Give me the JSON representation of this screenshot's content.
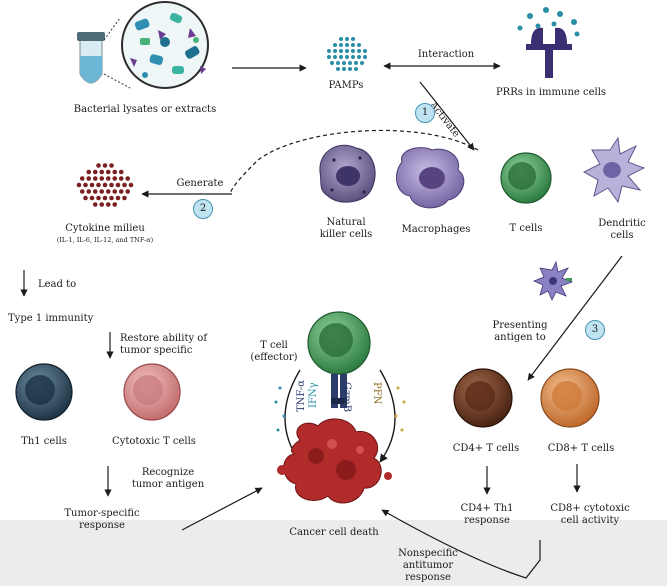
{
  "labels": {
    "bacterial": "Bacterial lysates or extracts",
    "pamps": "PAMPs",
    "interaction": "Interaction",
    "prrs": "PRRs in immune cells",
    "activate": "Activate",
    "generate": "Generate",
    "cytokine_title": "Cytokine milieu",
    "cytokine_list": "(IL-1, IL-6, IL-12, and TNF-α)",
    "nk_line1": "Natural",
    "nk_line2": "killer cells",
    "macrophages": "Macrophages",
    "tcells": "T cells",
    "dendritic_line1": "Dendritic",
    "dendritic_line2": "cells",
    "lead_to": "Lead to",
    "type1": "Type 1 immunity",
    "restore_line1": "Restore ability of",
    "restore_line2": "tumor specific",
    "th1": "Th1 cells",
    "cytotoxic": "Cytotoxic T cells",
    "recognize_line1": "Recognize",
    "recognize_line2": "tumor antigen",
    "tumor_resp_line1": "Tumor-specific",
    "tumor_resp_line2": "response",
    "tcell_eff_line1": "T cell",
    "tcell_eff_line2": "(effector)",
    "tnf": "TNF-α",
    "ifn": "IFNγ",
    "gzmb": "GzmB",
    "pfn": "PFN",
    "cancer_death": "Cancer cell death",
    "presenting_line1": "Presenting",
    "presenting_line2": "antigen to",
    "cd4": "CD4+ T cells",
    "cd8": "CD8+ T cells",
    "cd4th1_line1": "CD4+ Th1",
    "cd4th1_line2": "response",
    "cd8act_line1": "CD8+ cytotoxic",
    "cd8act_line2": "cell activity",
    "nonspec_line1": "Nonspecific",
    "nonspec_line2": "antitumor",
    "nonspec_line3": "response",
    "step1": "1",
    "step2": "2",
    "step3": "3"
  },
  "colors": {
    "nk": "#7a6a9c",
    "macrophage": "#8c7ab6",
    "tcell": "#3e9a55",
    "dendritic": "#a9a3cf",
    "th1": "#2f4d63",
    "cytotoxic": "#d98f8f",
    "cd4": "#6b3a22",
    "cd8": "#d98a4e",
    "cancer": "#b02a2a",
    "cytokine_dots": "#7a1f1f",
    "pamps_dots": "#2a8fa6",
    "step_badge": "#bfe3f1"
  }
}
